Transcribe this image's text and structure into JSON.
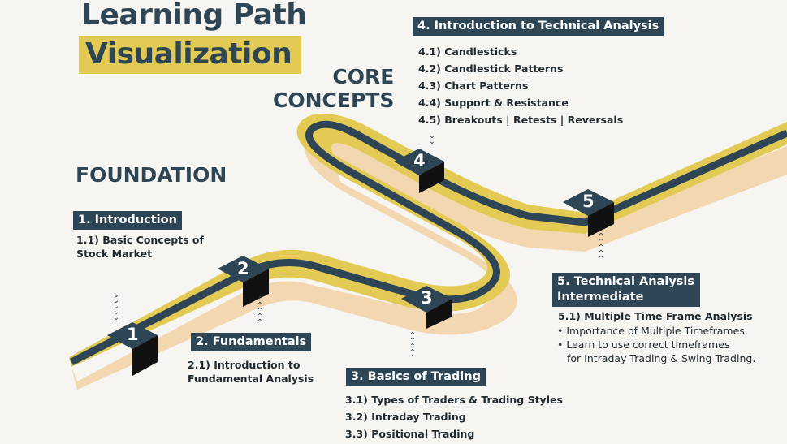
{
  "title": {
    "line1": "Learning Path",
    "line2": "Visualization"
  },
  "sections": {
    "core": [
      "CORE",
      "CONCEPTS"
    ],
    "foundation": "FOUNDATION"
  },
  "steps": [
    {
      "number": "1",
      "heading": "1. Introduction",
      "items": [
        "1.1) Basic Concepts of",
        "Stock Market"
      ]
    },
    {
      "number": "2",
      "heading": "2. Fundamentals",
      "items": [
        "2.1) Introduction to",
        "Fundamental Analysis"
      ]
    },
    {
      "number": "3",
      "heading": "3. Basics of Trading",
      "items": [
        "3.1) Types of Traders & Trading Styles",
        "3.2) Intraday Trading",
        "3.3) Positional Trading"
      ]
    },
    {
      "number": "4",
      "heading": "4. Introduction to Technical Analysis",
      "items": [
        "4.1) Candlesticks",
        "4.2) Candlestick Patterns",
        "4.3) Chart Patterns",
        "4.4) Support & Resistance",
        "4.5) Breakouts | Retests | Reversals"
      ]
    },
    {
      "number": "5",
      "heading_lines": [
        "5. Technical Analysis",
        "Intermediate"
      ],
      "items": [
        "5.1) Multiple Time Frame Analysis"
      ],
      "bullets": [
        "• Importance of Multiple Timeframes.",
        "• Learn to use correct timeframes",
        "for Intraday Trading & Swing Trading."
      ]
    }
  ],
  "colors": {
    "navy": "#2d4554",
    "yellow": "#e3ca55",
    "sand": "#f2d7b1",
    "road": "#2d4554",
    "background": "#f6f5f1"
  },
  "icons": [
    "chevron-down-icon",
    "chevron-up-icon"
  ]
}
